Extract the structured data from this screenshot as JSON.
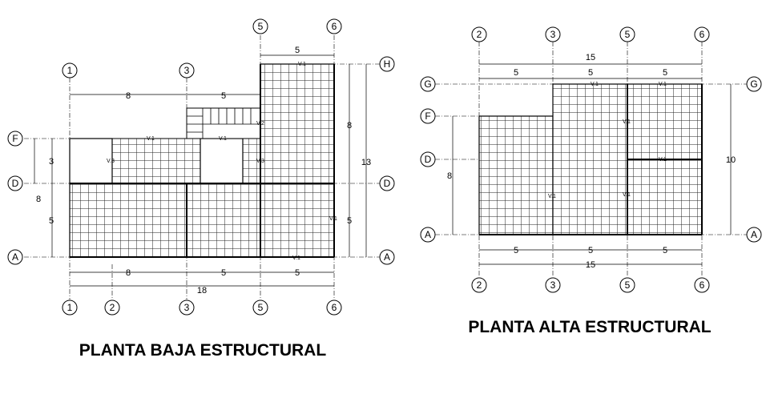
{
  "titles": {
    "ground": "PLANTA BAJA ESTRUCTURAL",
    "upper": "PLANTA ALTA ESTRUCTURAL"
  },
  "ground": {
    "axes_top": [
      "5",
      "6"
    ],
    "axes_upper": [
      "1",
      "3"
    ],
    "axes_bottom": [
      "1",
      "2",
      "3",
      "5",
      "6"
    ],
    "rows_left": [
      "F",
      "D",
      "A"
    ],
    "rows_right": [
      "H",
      "D",
      "A"
    ],
    "dims": {
      "top_5_6": "5",
      "top_1_3": "8",
      "top_3_5": "5",
      "left_F_D": "3",
      "left_total": "8",
      "left_D_A": "5",
      "right_H_D": "8",
      "right_total": "13",
      "right_D_A": "5",
      "bot_1_3": "8",
      "bot_3_5": "5",
      "bot_5_6": "5",
      "bot_total": "18"
    },
    "beams": {
      "v1_top": "V.1",
      "v1_mid_left": "V.1",
      "v1_mid": "V.1",
      "v2": "V.2",
      "v3_left": "V.3",
      "v3_right": "V.3",
      "v1_right": "V.1",
      "v1_bottom": "V.1"
    }
  },
  "upper": {
    "axes_top": [
      "2",
      "3",
      "5",
      "6"
    ],
    "axes_bottom": [
      "2",
      "3",
      "5",
      "6"
    ],
    "rows_left": [
      "G",
      "F",
      "D",
      "A"
    ],
    "rows_right": [
      "G",
      "A"
    ],
    "dims": {
      "top_total": "15",
      "top_3_5": "5",
      "top_5_6": "5",
      "top_2_3": "5",
      "left_F_A": "8",
      "right_total": "10",
      "bot_2_3": "5",
      "bot_3_5": "5",
      "bot_5_6": "5",
      "bot_total": "15"
    },
    "beams": {
      "v1_top_a": "V.1",
      "v1_top_b": "V.1",
      "v1_mid": "V.1",
      "v1_left": "V.1",
      "v1_center": "V.1",
      "v1_right": "V.1"
    }
  }
}
